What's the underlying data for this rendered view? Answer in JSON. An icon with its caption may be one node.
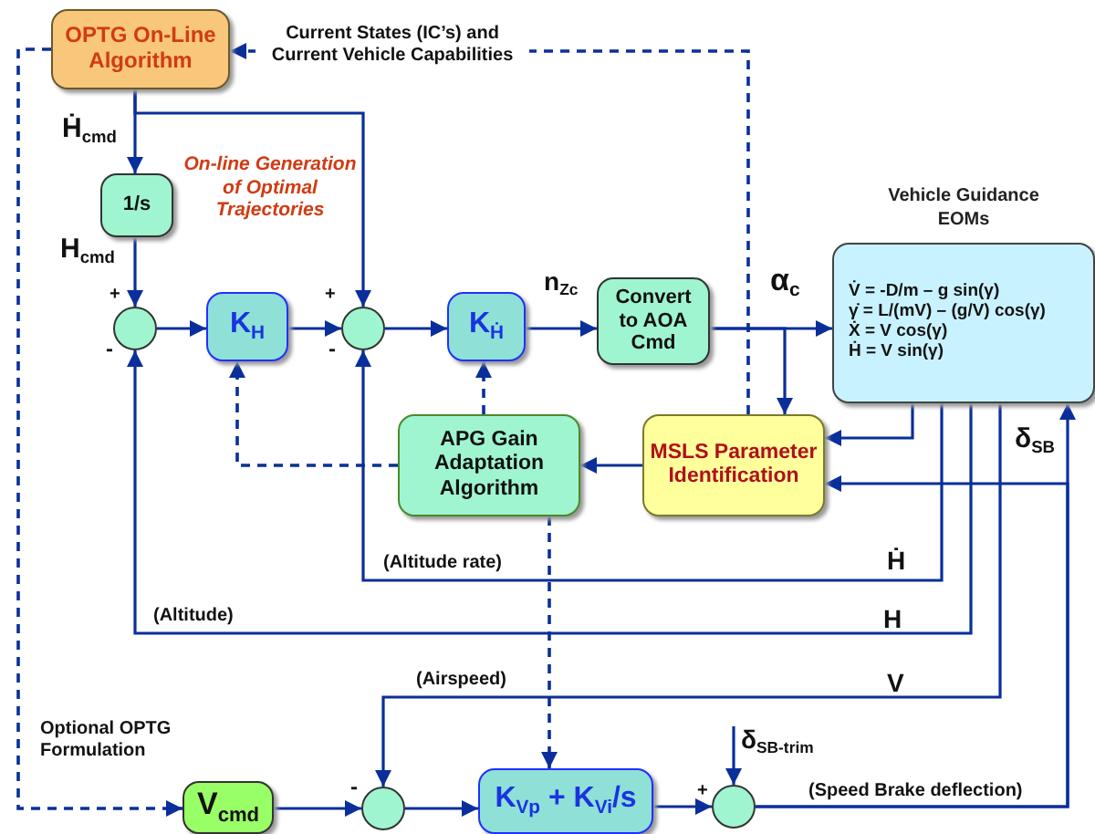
{
  "diagram": {
    "nodes": [
      {
        "text": [
          "OPTG On-Line Algorithm"
        ]
      },
      {
        "text": [
          "1/s"
        ]
      },
      {
        "text": [],
        "shape": "circle"
      },
      {
        "text": [
          "K$_{H}$"
        ]
      },
      {
        "text": [],
        "shape": "circle"
      },
      {
        "text": [
          "K$_{Ḣ}$"
        ]
      },
      {
        "text": [
          "Convert to AOA Cmd"
        ]
      },
      {
        "text": [
          "Vehicle Guidance EOMs",
          "V̇ = -D/m – g sin(γ)",
          "γ̇ = L/(mV) – (g/V) cos(γ)",
          "Ẋ = V cos(γ)",
          "Ḣ = V sin(γ)"
        ]
      },
      {
        "text": [
          "APG Gain Adaptation Algorithm"
        ]
      },
      {
        "text": [
          "MSLS Parameter Identification"
        ]
      },
      {
        "text": [
          "V$_{cmd}$"
        ]
      },
      {
        "text": [],
        "shape": "circle"
      },
      {
        "text": [
          "K$_{Vp}$ + K$_{Vi}$/s"
        ]
      },
      {
        "text": [],
        "shape": "circle"
      }
    ],
    "edges": [
      {
        "from": 0,
        "to": 1,
        "arrow": "to",
        "label": "Ḣ$_{cmd}$"
      },
      {
        "from": 0,
        "to": 4,
        "arrow": "to"
      },
      {
        "from": 1,
        "to": 2,
        "arrow": "to",
        "label": "H$_{cmd}$"
      },
      {
        "from": 2,
        "to": 3,
        "arrow": "to"
      },
      {
        "from": 3,
        "to": 4,
        "arrow": "to"
      },
      {
        "from": 4,
        "to": 5,
        "arrow": "to"
      },
      {
        "from": 5,
        "to": 6,
        "arrow": "to",
        "label": "n$_{Zc}$"
      },
      {
        "from": 6,
        "to": 7,
        "arrow": "to",
        "label": "α$_{c}$"
      },
      {
        "from": 6,
        "to": 9,
        "arrow": "to"
      },
      {
        "from": 7,
        "to": 9,
        "arrow": "to"
      },
      {
        "from": 13,
        "to": 7,
        "arrow": "to",
        "label": "(Speed Brake deflection)"
      },
      {
        "from": 13,
        "to": 9,
        "arrow": "to"
      },
      {
        "from": 9,
        "to": 8,
        "arrow": "to"
      },
      {
        "from": 8,
        "to": 3,
        "arrow": "to",
        "style": "dashed"
      },
      {
        "from": 8,
        "to": 5,
        "arrow": "to",
        "style": "dashed"
      },
      {
        "from": 8,
        "to": 12,
        "arrow": "to",
        "style": "dashed"
      },
      {
        "from": 7,
        "to": 2,
        "arrow": "to",
        "label": "H"
      },
      {
        "from": 7,
        "to": 4,
        "arrow": "to",
        "label": "Ḣ"
      },
      {
        "from": 7,
        "to": 11,
        "arrow": "to",
        "label": "V"
      },
      {
        "from": 10,
        "to": 11,
        "arrow": "to"
      },
      {
        "from": 11,
        "to": 12,
        "arrow": "to"
      },
      {
        "from": 12,
        "to": 13,
        "arrow": "to"
      },
      {
        "from": null,
        "to": 13,
        "arrow": "to",
        "label": "δ$_{SB-trim}$"
      },
      {
        "from": 9,
        "to": 0,
        "arrow": "to",
        "style": "dashed",
        "label": "Current States (IC’s) and Current Vehicle Capabilities"
      },
      {
        "from": 0,
        "to": 10,
        "arrow": "to",
        "style": "dashed",
        "label": "Optional OPTG Formulation"
      }
    ],
    "labels": [
      "On-line Generation of Optimal Trajectories",
      "+",
      "+",
      "-",
      "-",
      "(Altitude rate)",
      "δ$_{SB}$",
      "(Altitude)",
      "(Airspeed)",
      "-",
      "+"
    ]
  }
}
